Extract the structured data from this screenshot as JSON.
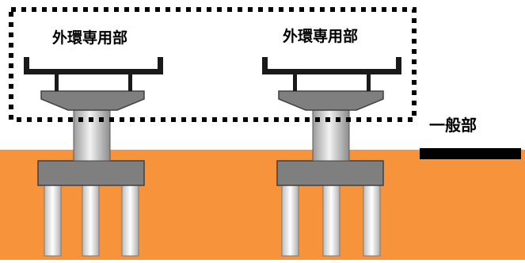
{
  "diagram": {
    "labels": {
      "exterior_left": "外環専用部",
      "exterior_right": "外環専用部",
      "general": "一般部"
    },
    "colors": {
      "ground": "#F7933B",
      "structure_gray": "#7F7F7F",
      "structure_outline": "#404040",
      "beam": "#1A1A1A",
      "highlight_box": "#000000"
    }
  }
}
